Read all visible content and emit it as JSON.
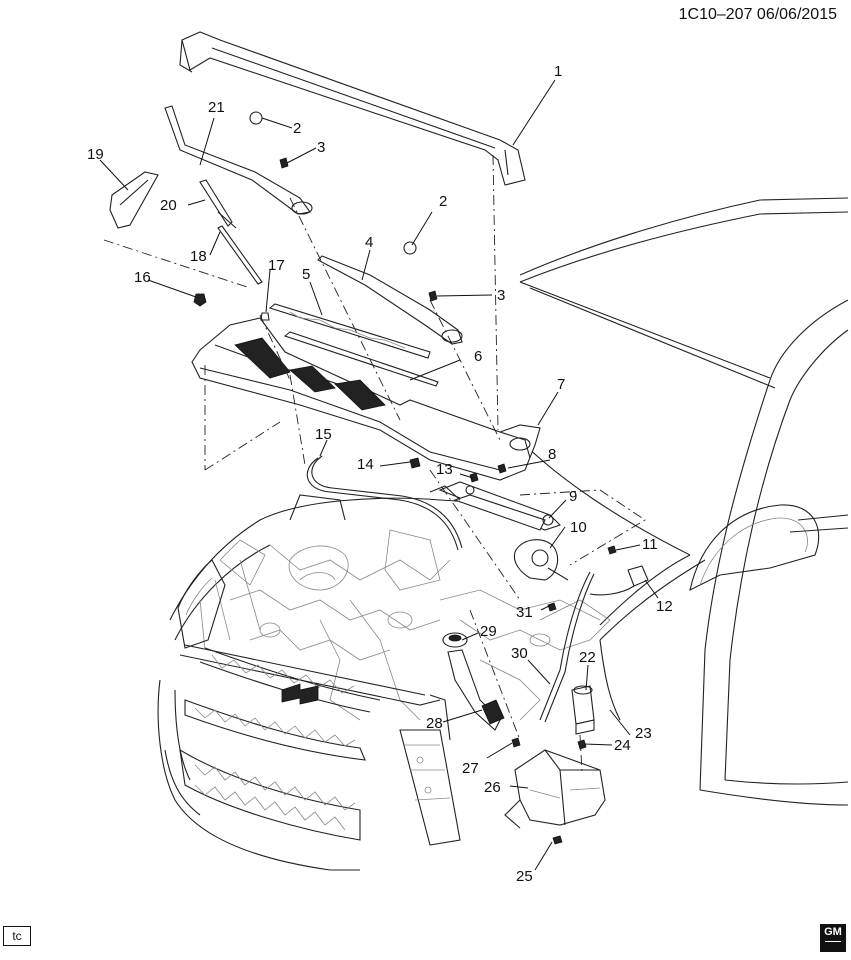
{
  "header": {
    "illustration_id": "1C10–207 06/06/2015"
  },
  "footer": {
    "tc_label": "tc",
    "brand_logo_text": "GM"
  },
  "callouts": [
    {
      "num": "1"
    },
    {
      "num": "2"
    },
    {
      "num": "3"
    },
    {
      "num": "2"
    },
    {
      "num": "3"
    },
    {
      "num": "4"
    },
    {
      "num": "5"
    },
    {
      "num": "6"
    },
    {
      "num": "7"
    },
    {
      "num": "8"
    },
    {
      "num": "9"
    },
    {
      "num": "10"
    },
    {
      "num": "11"
    },
    {
      "num": "12"
    },
    {
      "num": "13"
    },
    {
      "num": "14"
    },
    {
      "num": "15"
    },
    {
      "num": "16"
    },
    {
      "num": "17"
    },
    {
      "num": "18"
    },
    {
      "num": "19"
    },
    {
      "num": "20"
    },
    {
      "num": "21"
    },
    {
      "num": "22"
    },
    {
      "num": "23"
    },
    {
      "num": "24"
    },
    {
      "num": "25"
    },
    {
      "num": "26"
    },
    {
      "num": "27"
    },
    {
      "num": "28"
    },
    {
      "num": "29"
    },
    {
      "num": "30"
    },
    {
      "num": "31"
    }
  ]
}
